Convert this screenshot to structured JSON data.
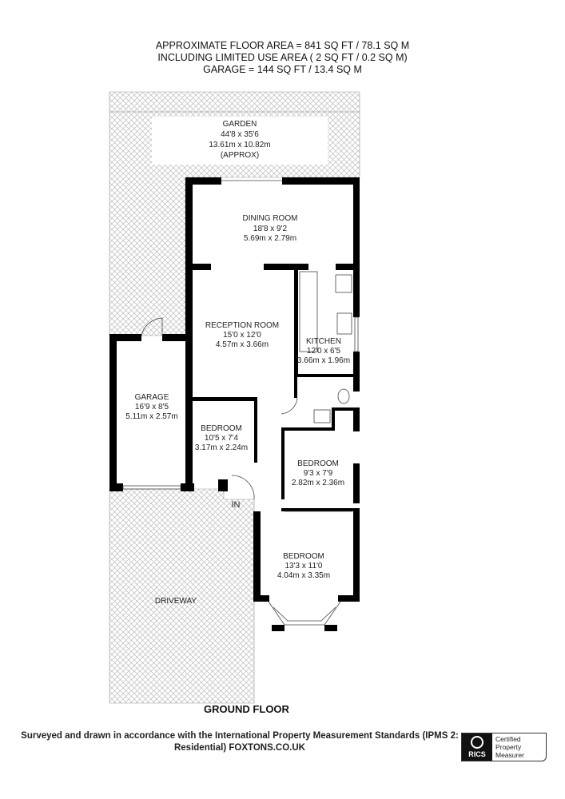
{
  "header": {
    "line1": "APPROXIMATE FLOOR AREA = 841 SQ FT / 78.1 SQ M",
    "line2": "INCLUDING LIMITED USE AREA ( 2 SQ FT / 0.2 SQ M)",
    "line3": "GARAGE = 144 SQ FT / 13.4 SQ M"
  },
  "rooms": {
    "garden": {
      "name": "GARDEN",
      "imperial": "44'8 x 35'6",
      "metric": "13.61m x 10.82m",
      "note": "(APPROX)"
    },
    "dining": {
      "name": "DINING ROOM",
      "imperial": "18'8 x 9'2",
      "metric": "5.69m x 2.79m"
    },
    "reception": {
      "name": "RECEPTION ROOM",
      "imperial": "15'0 x 12'0",
      "metric": "4.57m x 3.66m"
    },
    "kitchen": {
      "name": "KITCHEN",
      "imperial": "12'0 x 6'5",
      "metric": "3.66m x 1.96m"
    },
    "garage": {
      "name": "GARAGE",
      "imperial": "16'9 x 8'5",
      "metric": "5.11m x 2.57m"
    },
    "bedroom1": {
      "name": "BEDROOM",
      "imperial": "10'5 x 7'4",
      "metric": "3.17m x 2.24m"
    },
    "bedroom2": {
      "name": "BEDROOM",
      "imperial": "9'3 x 7'9",
      "metric": "2.82m x 2.36m"
    },
    "bedroom3": {
      "name": "BEDROOM",
      "imperial": "13'3 x 11'0",
      "metric": "4.04m x 3.35m"
    },
    "driveway": {
      "name": "DRIVEWAY"
    },
    "entrance": {
      "name": "IN"
    }
  },
  "floor_label": "GROUND FLOOR",
  "footer": {
    "line1": "Surveyed and drawn in accordance with the International Property Measurement Standards (IPMS 2:",
    "line2": "Residential) FOXTONS.CO.UK"
  },
  "badge": {
    "brand": "RICS",
    "line1": "Certified",
    "line2": "Property",
    "line3": "Measurer"
  }
}
